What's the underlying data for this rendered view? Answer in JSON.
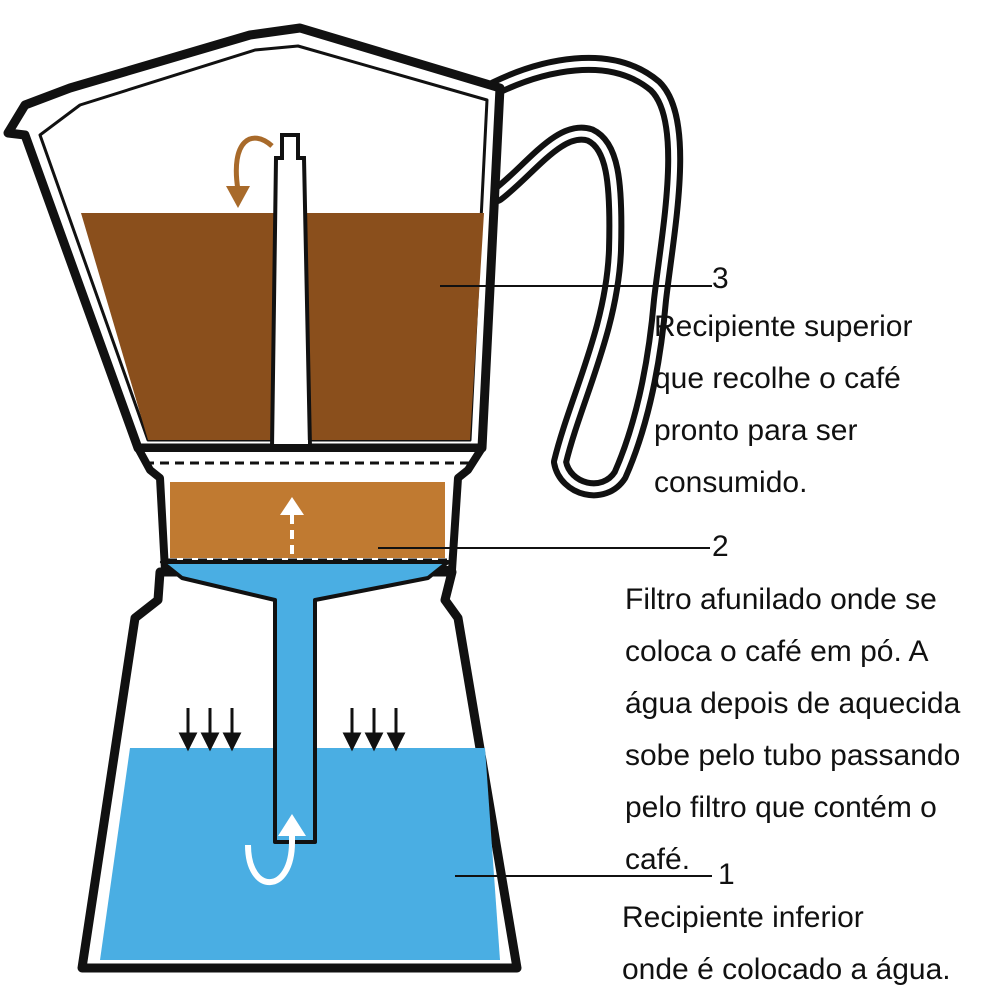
{
  "colors": {
    "coffee": "#8a4f1c",
    "coffee_grounds": "#c07a31",
    "water": "#4aaee3",
    "outline": "#111111",
    "arrow_coffee": "#a86a2a",
    "arrow_water": "#ffffff"
  },
  "labels": [
    {
      "number": "3",
      "lines": [
        "Recipiente superior",
        "que recolhe o café",
        "pronto para ser",
        "consumido."
      ]
    },
    {
      "number": "2",
      "lines": [
        "Filtro afunilado onde se",
        "coloca o café em pó. A",
        "água depois de aquecida",
        "sobe pelo tubo passando",
        "pelo filtro que contém o",
        "café."
      ]
    },
    {
      "number": "1",
      "lines": [
        "Recipiente inferior",
        "onde é colocado a água."
      ]
    }
  ]
}
